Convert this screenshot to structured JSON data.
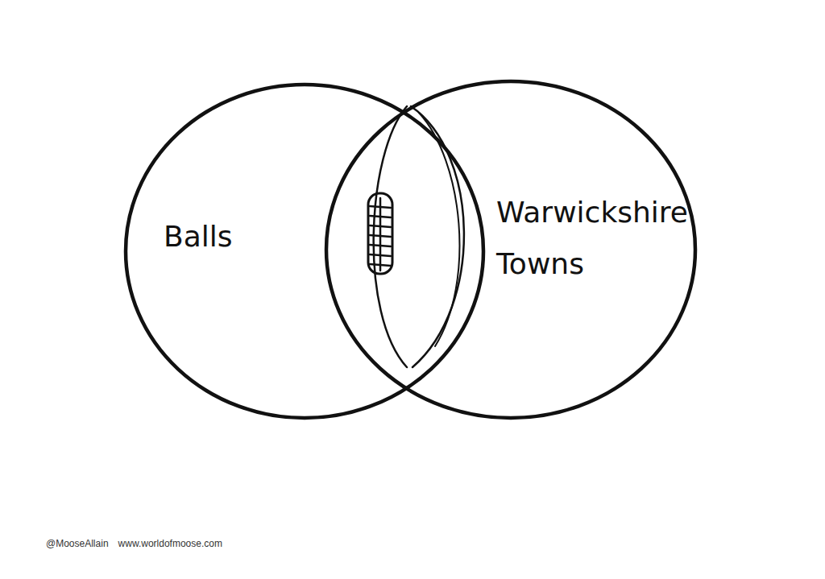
{
  "diagram": {
    "nodes": [
      {
        "text": [
          "Balls"
        ]
      },
      {
        "text": [
          "Warwickshire Towns"
        ]
      }
    ],
    "labels": [
      "@MooseAllain",
      "www.worldofmoose.com"
    ]
  }
}
